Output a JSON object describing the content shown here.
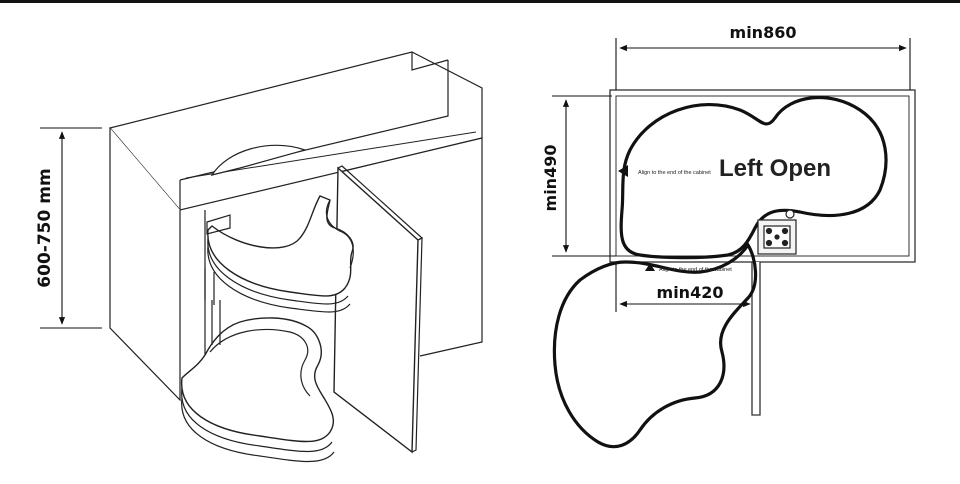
{
  "left_view": {
    "height_dimension": "600-750 mm"
  },
  "right_view": {
    "width_dimension": "min860",
    "depth_dimension": "min490",
    "opening_dimension": "min420",
    "opening_side_label": "Left Open",
    "align_note_side": "Align to the end of the cabinet",
    "align_note_front": "Align to the end of the cabinet"
  }
}
